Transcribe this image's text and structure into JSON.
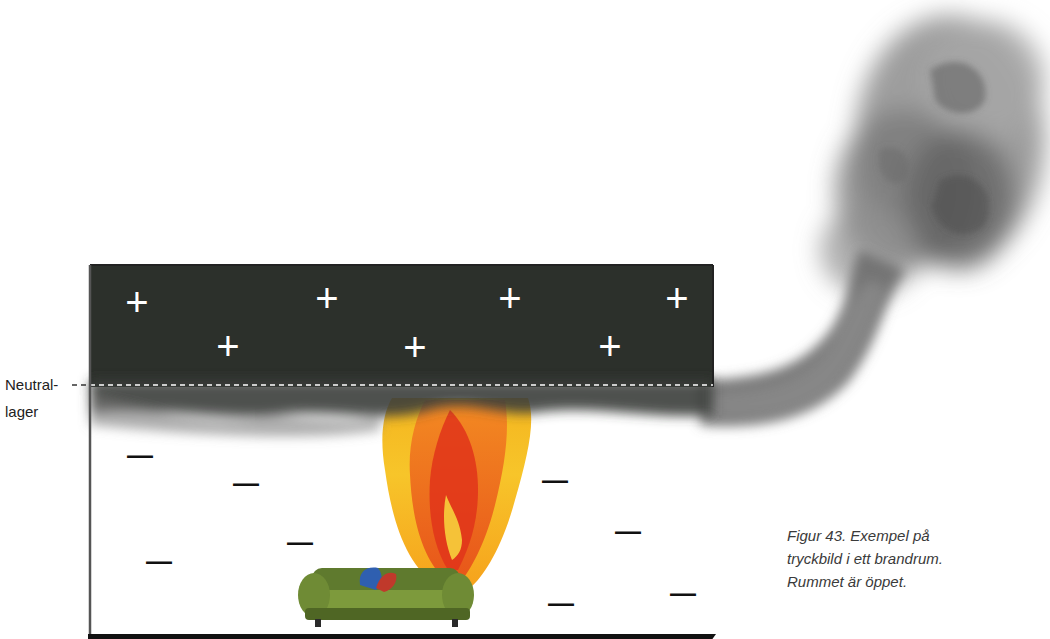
{
  "diagram": {
    "caption": "Figur 43. Exempel på tryckbild i ett brandrum. Rummet är öppet.",
    "labels": [
      "+",
      "+",
      "+",
      "+",
      "+",
      "+",
      "+",
      "Neutral- lager",
      "—",
      "—",
      "—",
      "—",
      "—",
      "—",
      "—",
      "—"
    ]
  }
}
